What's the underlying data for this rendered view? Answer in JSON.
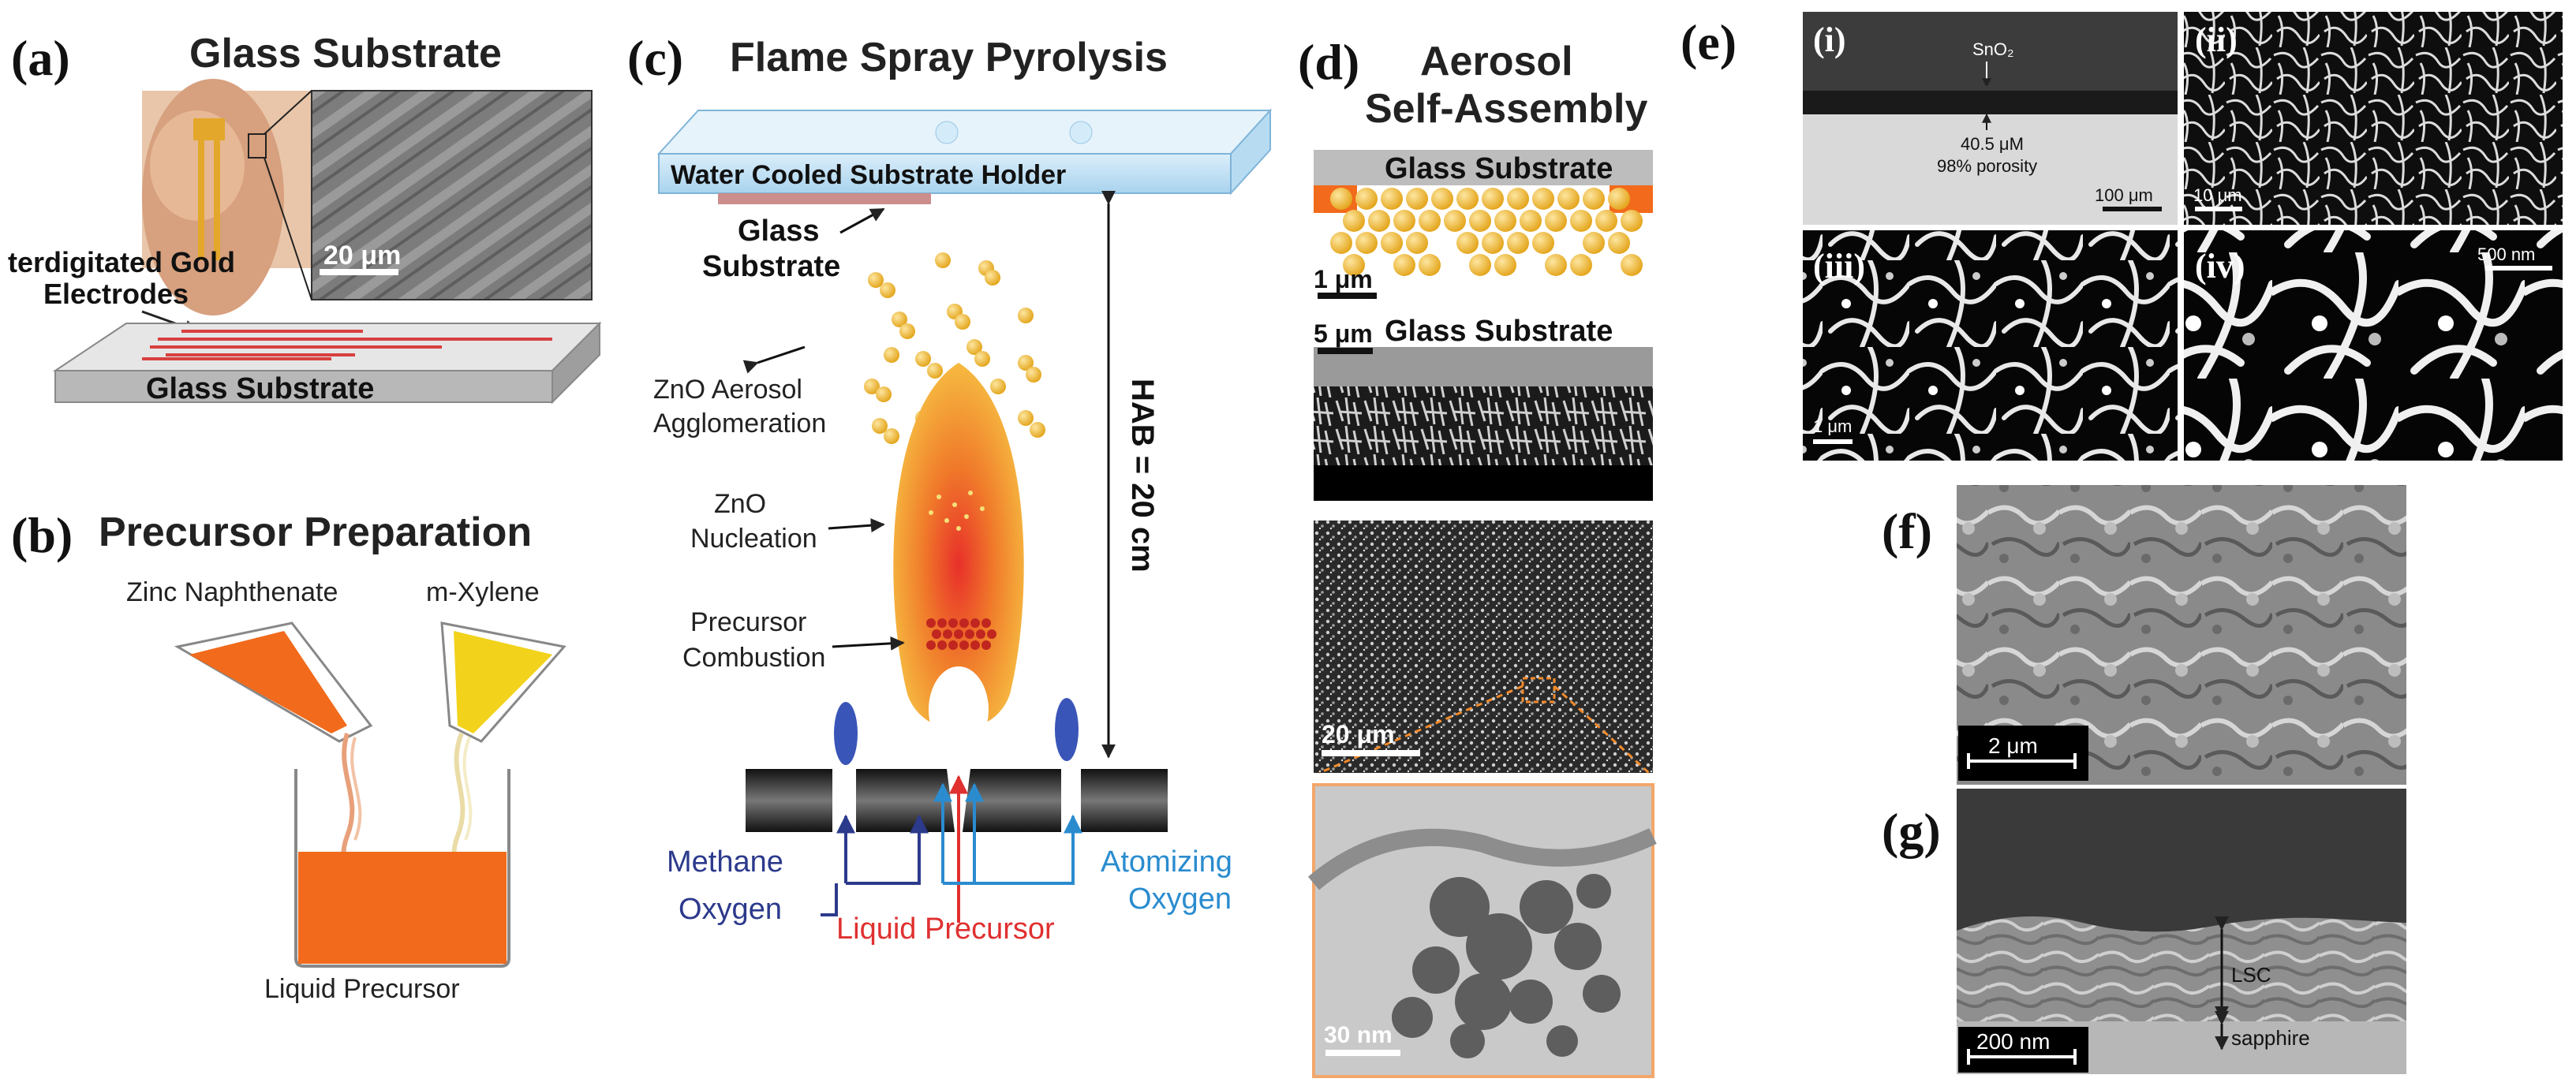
{
  "panels": {
    "a": {
      "letter": "(a)",
      "title": "Glass Substrate",
      "scale": "20 μm",
      "electrodes_line1": "terdigitated Gold",
      "electrodes_line2": "Electrodes",
      "base_label": "Glass Substrate"
    },
    "b": {
      "letter": "(b)",
      "title": "Precursor Preparation",
      "left_reagent": "Zinc Naphthenate",
      "right_reagent": "m-Xylene",
      "beaker_label": "Liquid Precursor"
    },
    "c": {
      "letter": "(c)",
      "title": "Flame Spray Pyrolysis",
      "holder": "Water Cooled Substrate Holder",
      "glass_line1": "Glass",
      "glass_line2": "Substrate",
      "aero_line1": "ZnO Aerosol",
      "aero_line2": "Agglomeration",
      "nuc_line1": "ZnO",
      "nuc_line2": "Nucleation",
      "comb_line1": "Precursor",
      "comb_line2": "Combustion",
      "hab": "HAB = 20 cm",
      "methane": "Methane",
      "oxygen": "Oxygen",
      "liquid": "Liquid Precursor",
      "atom_line1": "Atomizing",
      "atom_line2": "Oxygen"
    },
    "d": {
      "letter": "(d)",
      "title_line1": "Aerosol",
      "title_line2": "Self-Assembly",
      "glass1": "Glass Substrate",
      "scale1": "1 μm",
      "glass2": "Glass Substrate",
      "scale2": "5 μm",
      "scale3": "20 μm",
      "scale4": "30 nm"
    },
    "e": {
      "letter": "(e)",
      "i": "(i)",
      "ii": "(ii)",
      "iii": "(iii)",
      "iv": "(iv)",
      "sno2": "SnO₂",
      "thick": "40.5 μM",
      "porosity": "98% porosity",
      "scale_i": "100 μm",
      "scale_ii": "10 μm",
      "scale_iii": "1 μm",
      "scale_iv": "500 nm"
    },
    "f": {
      "letter": "(f)",
      "scale": "2 μm"
    },
    "g": {
      "letter": "(g)",
      "scale": "200 nm",
      "lsc": "LSC",
      "sapphire": "sapphire"
    }
  },
  "colors": {
    "gold": "#e8a820",
    "flame_outer": "#f5c040",
    "flame_inner": "#e8302a",
    "methane_blue": "#2c3a8c",
    "atomizing_blue": "#2a8ccf",
    "liquid_red": "#e03030",
    "electrode_red": "#d84040",
    "precursor_orange": "#f26a1b",
    "xylene_yellow": "#f2d21a"
  }
}
